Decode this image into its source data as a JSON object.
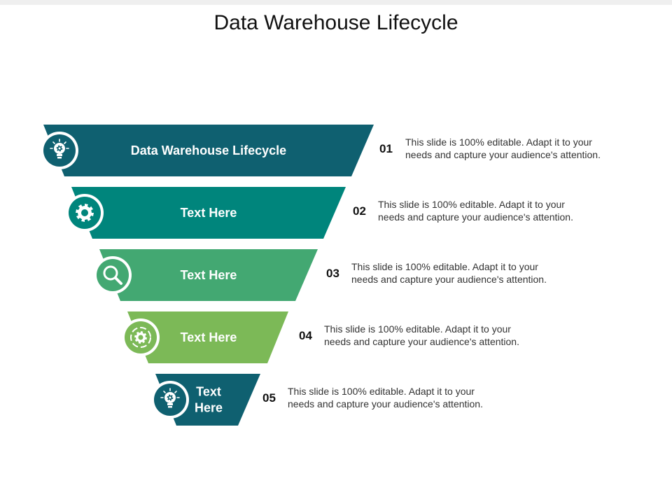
{
  "title": "Data Warehouse Lifecycle",
  "steps": [
    {
      "number": "01",
      "label": "Data Warehouse Lifecycle",
      "label_lines": [
        "Data Warehouse Lifecycle"
      ],
      "description_lines": [
        "This slide is 100% editable. Adapt it to your",
        "needs and capture your audience's attention."
      ],
      "color": "#0f6070",
      "icon": "lightbulb-gear-icon"
    },
    {
      "number": "02",
      "label": "Text Here",
      "label_lines": [
        "Text Here"
      ],
      "description_lines": [
        "This slide is 100% editable. Adapt it to your",
        "needs and capture your audience's attention."
      ],
      "color": "#00857c",
      "icon": "gear-icon"
    },
    {
      "number": "03",
      "label": "Text Here",
      "label_lines": [
        "Text Here"
      ],
      "description_lines": [
        "This slide is 100% editable. Adapt it to your",
        "needs and capture your audience's attention."
      ],
      "color": "#43a872",
      "icon": "magnifier-icon"
    },
    {
      "number": "04",
      "label": "Text Here",
      "label_lines": [
        "Text Here"
      ],
      "description_lines": [
        "This slide is 100% editable. Adapt it to your",
        "needs and capture your audience's attention."
      ],
      "color": "#7cb957",
      "icon": "gear-cycle-icon"
    },
    {
      "number": "05",
      "label": "Text Here",
      "label_lines": [
        "Text",
        "Here"
      ],
      "description_lines": [
        "This slide is 100% editable. Adapt it to your",
        "needs and capture your audience's attention."
      ],
      "color": "#0f6070",
      "icon": "lightbulb-gear-icon"
    }
  ]
}
